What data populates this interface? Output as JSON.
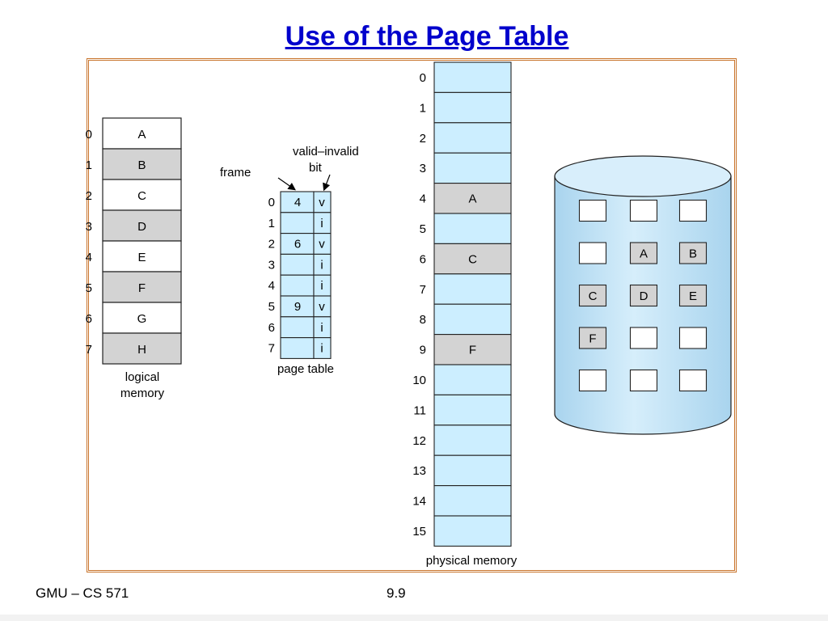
{
  "title": "Use of the Page Table",
  "footer": {
    "left": "GMU – CS 571",
    "page": "9.9"
  },
  "logical_memory": {
    "label_line1": "logical",
    "label_line2": "memory",
    "pages": [
      {
        "index": "0",
        "content": "A",
        "shaded": false
      },
      {
        "index": "1",
        "content": "B",
        "shaded": true
      },
      {
        "index": "2",
        "content": "C",
        "shaded": false
      },
      {
        "index": "3",
        "content": "D",
        "shaded": true
      },
      {
        "index": "4",
        "content": "E",
        "shaded": false
      },
      {
        "index": "5",
        "content": "F",
        "shaded": true
      },
      {
        "index": "6",
        "content": "G",
        "shaded": false
      },
      {
        "index": "7",
        "content": "H",
        "shaded": true
      }
    ]
  },
  "page_table": {
    "label": "page table",
    "frame_label": "frame",
    "valid_label_line1": "valid–invalid",
    "valid_label_line2": "bit",
    "entries": [
      {
        "index": "0",
        "frame": "4",
        "bit": "v"
      },
      {
        "index": "1",
        "frame": "",
        "bit": "i"
      },
      {
        "index": "2",
        "frame": "6",
        "bit": "v"
      },
      {
        "index": "3",
        "frame": "",
        "bit": "i"
      },
      {
        "index": "4",
        "frame": "",
        "bit": "i"
      },
      {
        "index": "5",
        "frame": "9",
        "bit": "v"
      },
      {
        "index": "6",
        "frame": "",
        "bit": "i"
      },
      {
        "index": "7",
        "frame": "",
        "bit": "i"
      }
    ]
  },
  "physical_memory": {
    "label": "physical memory",
    "frames": [
      {
        "index": "0",
        "content": ""
      },
      {
        "index": "1",
        "content": ""
      },
      {
        "index": "2",
        "content": ""
      },
      {
        "index": "3",
        "content": ""
      },
      {
        "index": "4",
        "content": "A"
      },
      {
        "index": "5",
        "content": ""
      },
      {
        "index": "6",
        "content": "C"
      },
      {
        "index": "7",
        "content": ""
      },
      {
        "index": "8",
        "content": ""
      },
      {
        "index": "9",
        "content": "F"
      },
      {
        "index": "10",
        "content": ""
      },
      {
        "index": "11",
        "content": ""
      },
      {
        "index": "12",
        "content": ""
      },
      {
        "index": "13",
        "content": ""
      },
      {
        "index": "14",
        "content": ""
      },
      {
        "index": "15",
        "content": ""
      }
    ]
  },
  "backing_store": {
    "rows": [
      [
        "",
        "",
        ""
      ],
      [
        "",
        "A",
        "B"
      ],
      [
        "C",
        "D",
        "E"
      ],
      [
        "F",
        "",
        ""
      ],
      [
        "",
        "",
        ""
      ]
    ]
  },
  "colors": {
    "title": "#0000cc",
    "frame_border": "#c8732a",
    "light_blue": "#cceeff",
    "gray": "#d3d3d3",
    "disk_fill": "#c4e4f6"
  }
}
